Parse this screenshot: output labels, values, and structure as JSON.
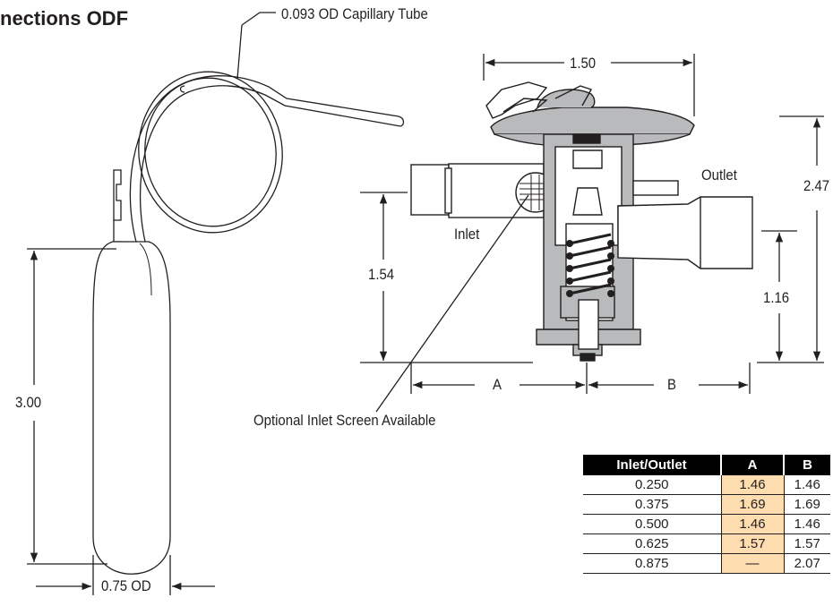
{
  "title": "nections ODF",
  "labels": {
    "capillary_tube": "0.093 OD Capillary Tube",
    "dim_width": "1.50",
    "dim_height_total": "2.47",
    "outlet": "Outlet",
    "inlet": "Inlet",
    "dim_inlet_height": "1.54",
    "dim_outlet_height": "1.16",
    "dim_a": "A",
    "dim_b": "B",
    "inlet_screen": "Optional Inlet Screen Available",
    "dim_bulb_length": "3.00",
    "bulb_od": "0.75 OD"
  },
  "table": {
    "headers": [
      "Inlet/Outlet",
      "A",
      "B"
    ],
    "rows": [
      [
        "0.250",
        "1.46",
        "1.46"
      ],
      [
        "0.375",
        "1.69",
        "1.69"
      ],
      [
        "0.500",
        "1.46",
        "1.46"
      ],
      [
        "0.625",
        "1.57",
        "1.57"
      ],
      [
        "0.875",
        "—",
        "2.07"
      ]
    ]
  },
  "colors": {
    "highlight": "#fddcb0",
    "body_gray": "#b9babc",
    "header_black": "#000000"
  }
}
